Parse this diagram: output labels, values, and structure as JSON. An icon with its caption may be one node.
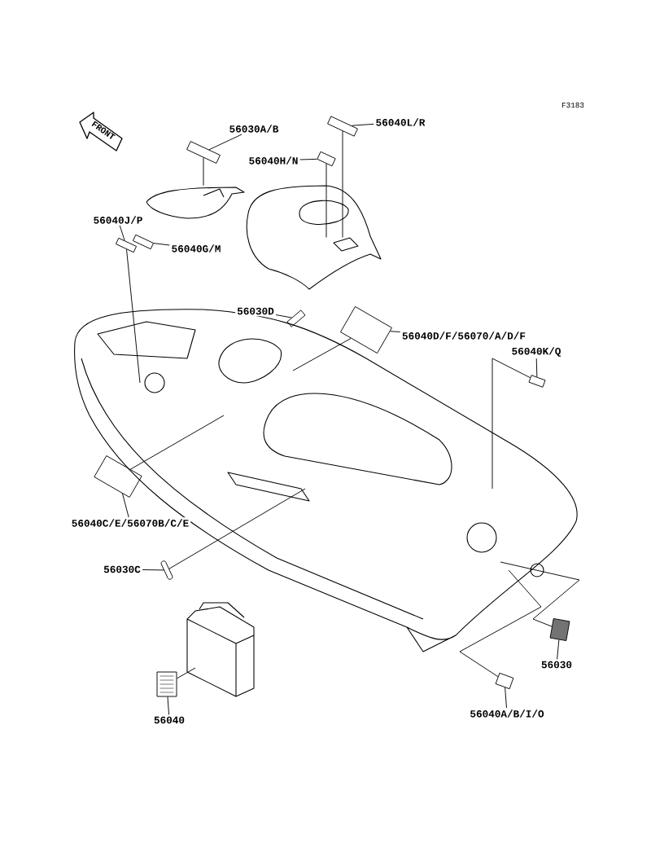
{
  "diagram": {
    "nodes": [
      {
        "text": [
          "56030A/B"
        ]
      },
      {
        "text": [],
        "shape": "picture"
      },
      {
        "text": [
          "56040L/R"
        ]
      },
      {
        "text": [],
        "shape": "picture"
      },
      {
        "text": [
          "56040H/N"
        ]
      },
      {
        "text": [],
        "shape": "picture"
      },
      {
        "text": [
          "56040J/P"
        ]
      },
      {
        "text": [],
        "shape": "picture"
      },
      {
        "text": [
          "56040G/M"
        ]
      },
      {
        "text": [],
        "shape": "picture"
      },
      {
        "text": [
          "56030D"
        ]
      },
      {
        "text": [],
        "shape": "picture"
      },
      {
        "text": [
          "56040D/F/56070/A/D/F"
        ]
      },
      {
        "text": [],
        "shape": "picture"
      },
      {
        "text": [
          "56040K/Q"
        ]
      },
      {
        "text": [],
        "shape": "picture"
      },
      {
        "text": [
          "56040C/E/56070B/C/E"
        ]
      },
      {
        "text": [],
        "shape": "picture"
      },
      {
        "text": [
          "56030C"
        ]
      },
      {
        "text": [],
        "shape": "picture"
      },
      {
        "text": [
          "56040"
        ]
      },
      {
        "text": [],
        "shape": "picture"
      },
      {
        "text": [
          "56030"
        ]
      },
      {
        "text": [],
        "shape": "picture"
      },
      {
        "text": [
          "56040A/B/I/O"
        ]
      },
      {
        "text": [],
        "shape": "picture"
      },
      {
        "text": [
          "FRONT"
        ]
      },
      {
        "text": [],
        "shape": "picture"
      },
      {
        "text": [],
        "shape": "picture"
      }
    ],
    "edges": [
      {
        "from": 0,
        "to": 1,
        "arrow": "none"
      },
      {
        "from": 1,
        "to": 27,
        "arrow": "none"
      },
      {
        "from": 2,
        "to": 3,
        "arrow": "none"
      },
      {
        "from": 3,
        "to": 28,
        "arrow": "none"
      },
      {
        "from": 4,
        "to": 5,
        "arrow": "none"
      },
      {
        "from": 5,
        "to": 28,
        "arrow": "none"
      },
      {
        "from": 6,
        "to": 7,
        "arrow": "none"
      },
      {
        "from": 7,
        "to": null,
        "arrow": "none"
      },
      {
        "from": 8,
        "to": 9,
        "arrow": "none"
      },
      {
        "from": 10,
        "to": 11,
        "arrow": "none"
      },
      {
        "from": 12,
        "to": 13,
        "arrow": "none"
      },
      {
        "from": 13,
        "to": null,
        "arrow": "none"
      },
      {
        "from": 14,
        "to": 15,
        "arrow": "none"
      },
      {
        "from": 15,
        "to": null,
        "arrow": "none"
      },
      {
        "from": 16,
        "to": 17,
        "arrow": "none"
      },
      {
        "from": 17,
        "to": null,
        "arrow": "none"
      },
      {
        "from": 18,
        "to": 19,
        "arrow": "none"
      },
      {
        "from": 19,
        "to": null,
        "arrow": "none"
      },
      {
        "from": 20,
        "to": 21,
        "arrow": "none"
      },
      {
        "from": 21,
        "to": null,
        "arrow": "none"
      },
      {
        "from": 22,
        "to": 23,
        "arrow": "none"
      },
      {
        "from": 23,
        "to": null,
        "arrow": "none"
      },
      {
        "from": 24,
        "to": 25,
        "arrow": "none"
      },
      {
        "from": 25,
        "to": null,
        "arrow": "none"
      }
    ],
    "labels": [
      "F3183"
    ]
  }
}
